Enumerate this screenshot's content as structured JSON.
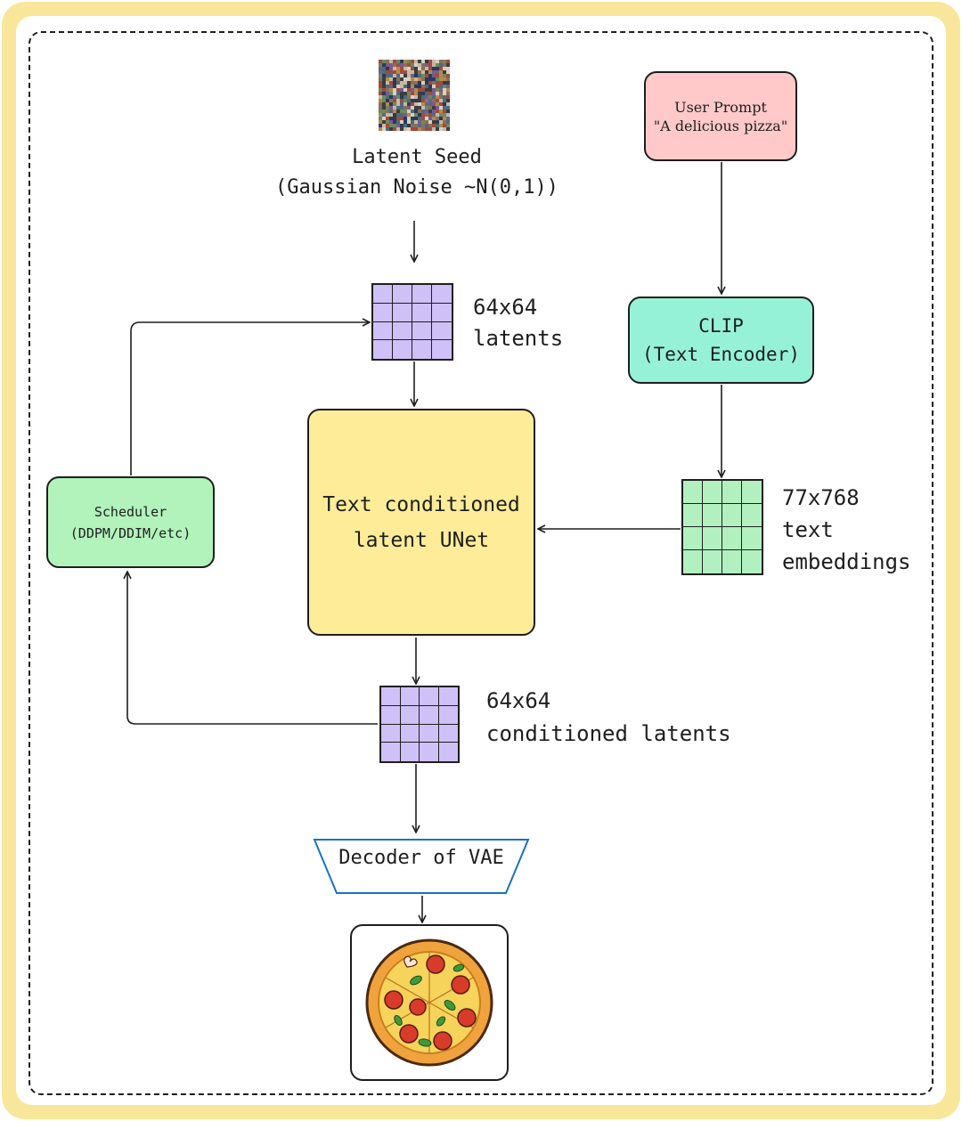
{
  "latent_seed": {
    "line1": "Latent Seed",
    "line2": "(Gaussian Noise ~N(0,1))"
  },
  "user_prompt": {
    "line1": "User Prompt",
    "line2": "\"A delicious pizza\""
  },
  "clip": {
    "line1": "CLIP",
    "line2": "(Text Encoder)"
  },
  "latents": {
    "line1": "64x64",
    "line2": "latents"
  },
  "unet": {
    "line1": "Text conditioned",
    "line2": "latent UNet"
  },
  "scheduler": {
    "line1": "Scheduler",
    "line2": "(DDPM/DDIM/etc)"
  },
  "text_embeddings": {
    "line1": "77x768",
    "line2": "text",
    "line3": "embeddings"
  },
  "conditioned_latents": {
    "line1": "64x64",
    "line2": "conditioned latents"
  },
  "decoder": {
    "label": "Decoder of VAE"
  },
  "output_image": {
    "icon": "pizza-icon"
  },
  "colors": {
    "frame": "#f8e79a",
    "user_prompt": "#ffc9c9",
    "clip": "#96f2d7",
    "unet": "#ffec99",
    "scheduler": "#b2f2bb",
    "latents": "#d0bfff",
    "embeddings": "#b2f2bb",
    "decoder_stroke": "#1971c2"
  }
}
